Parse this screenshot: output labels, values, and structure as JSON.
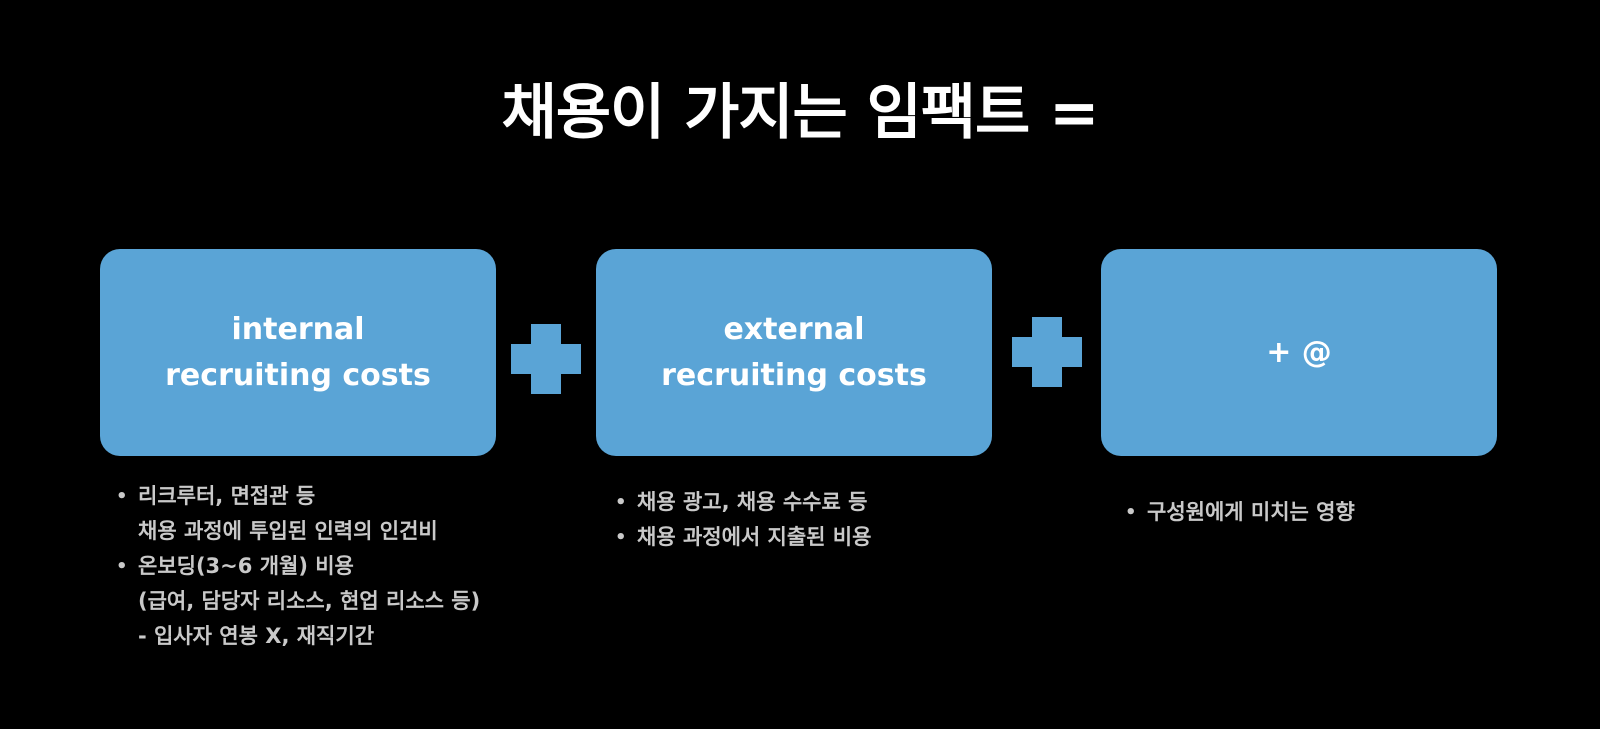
{
  "title": "채용이 가지는 임팩트 =",
  "colors": {
    "background": "#000000",
    "card": "#5aa4d6",
    "plus": "#5aa4d6",
    "title_text": "#ffffff",
    "note_text": "#c9c9c9"
  },
  "cards": [
    {
      "lines": [
        "internal",
        "recruiting costs"
      ]
    },
    {
      "lines": [
        "external",
        "recruiting costs"
      ]
    },
    {
      "lines": [
        "+ @"
      ]
    }
  ],
  "operators": [
    "plus",
    "plus"
  ],
  "notes": [
    [
      [
        "리크루터, 면접관 등",
        "채용 과정에 투입된 인력의 인건비"
      ],
      [
        "온보딩(3~6 개월)  비용",
        "(급여,  담당자 리소스,  현업 리소스 등)",
        "- 입사자 연봉 X, 재직기간"
      ]
    ],
    [
      [
        "채용 광고,  채용 수수료 등"
      ],
      [
        "채용 과정에서 지출된 비용"
      ]
    ],
    [
      [
        "구성원에게 미치는 영향"
      ]
    ]
  ]
}
